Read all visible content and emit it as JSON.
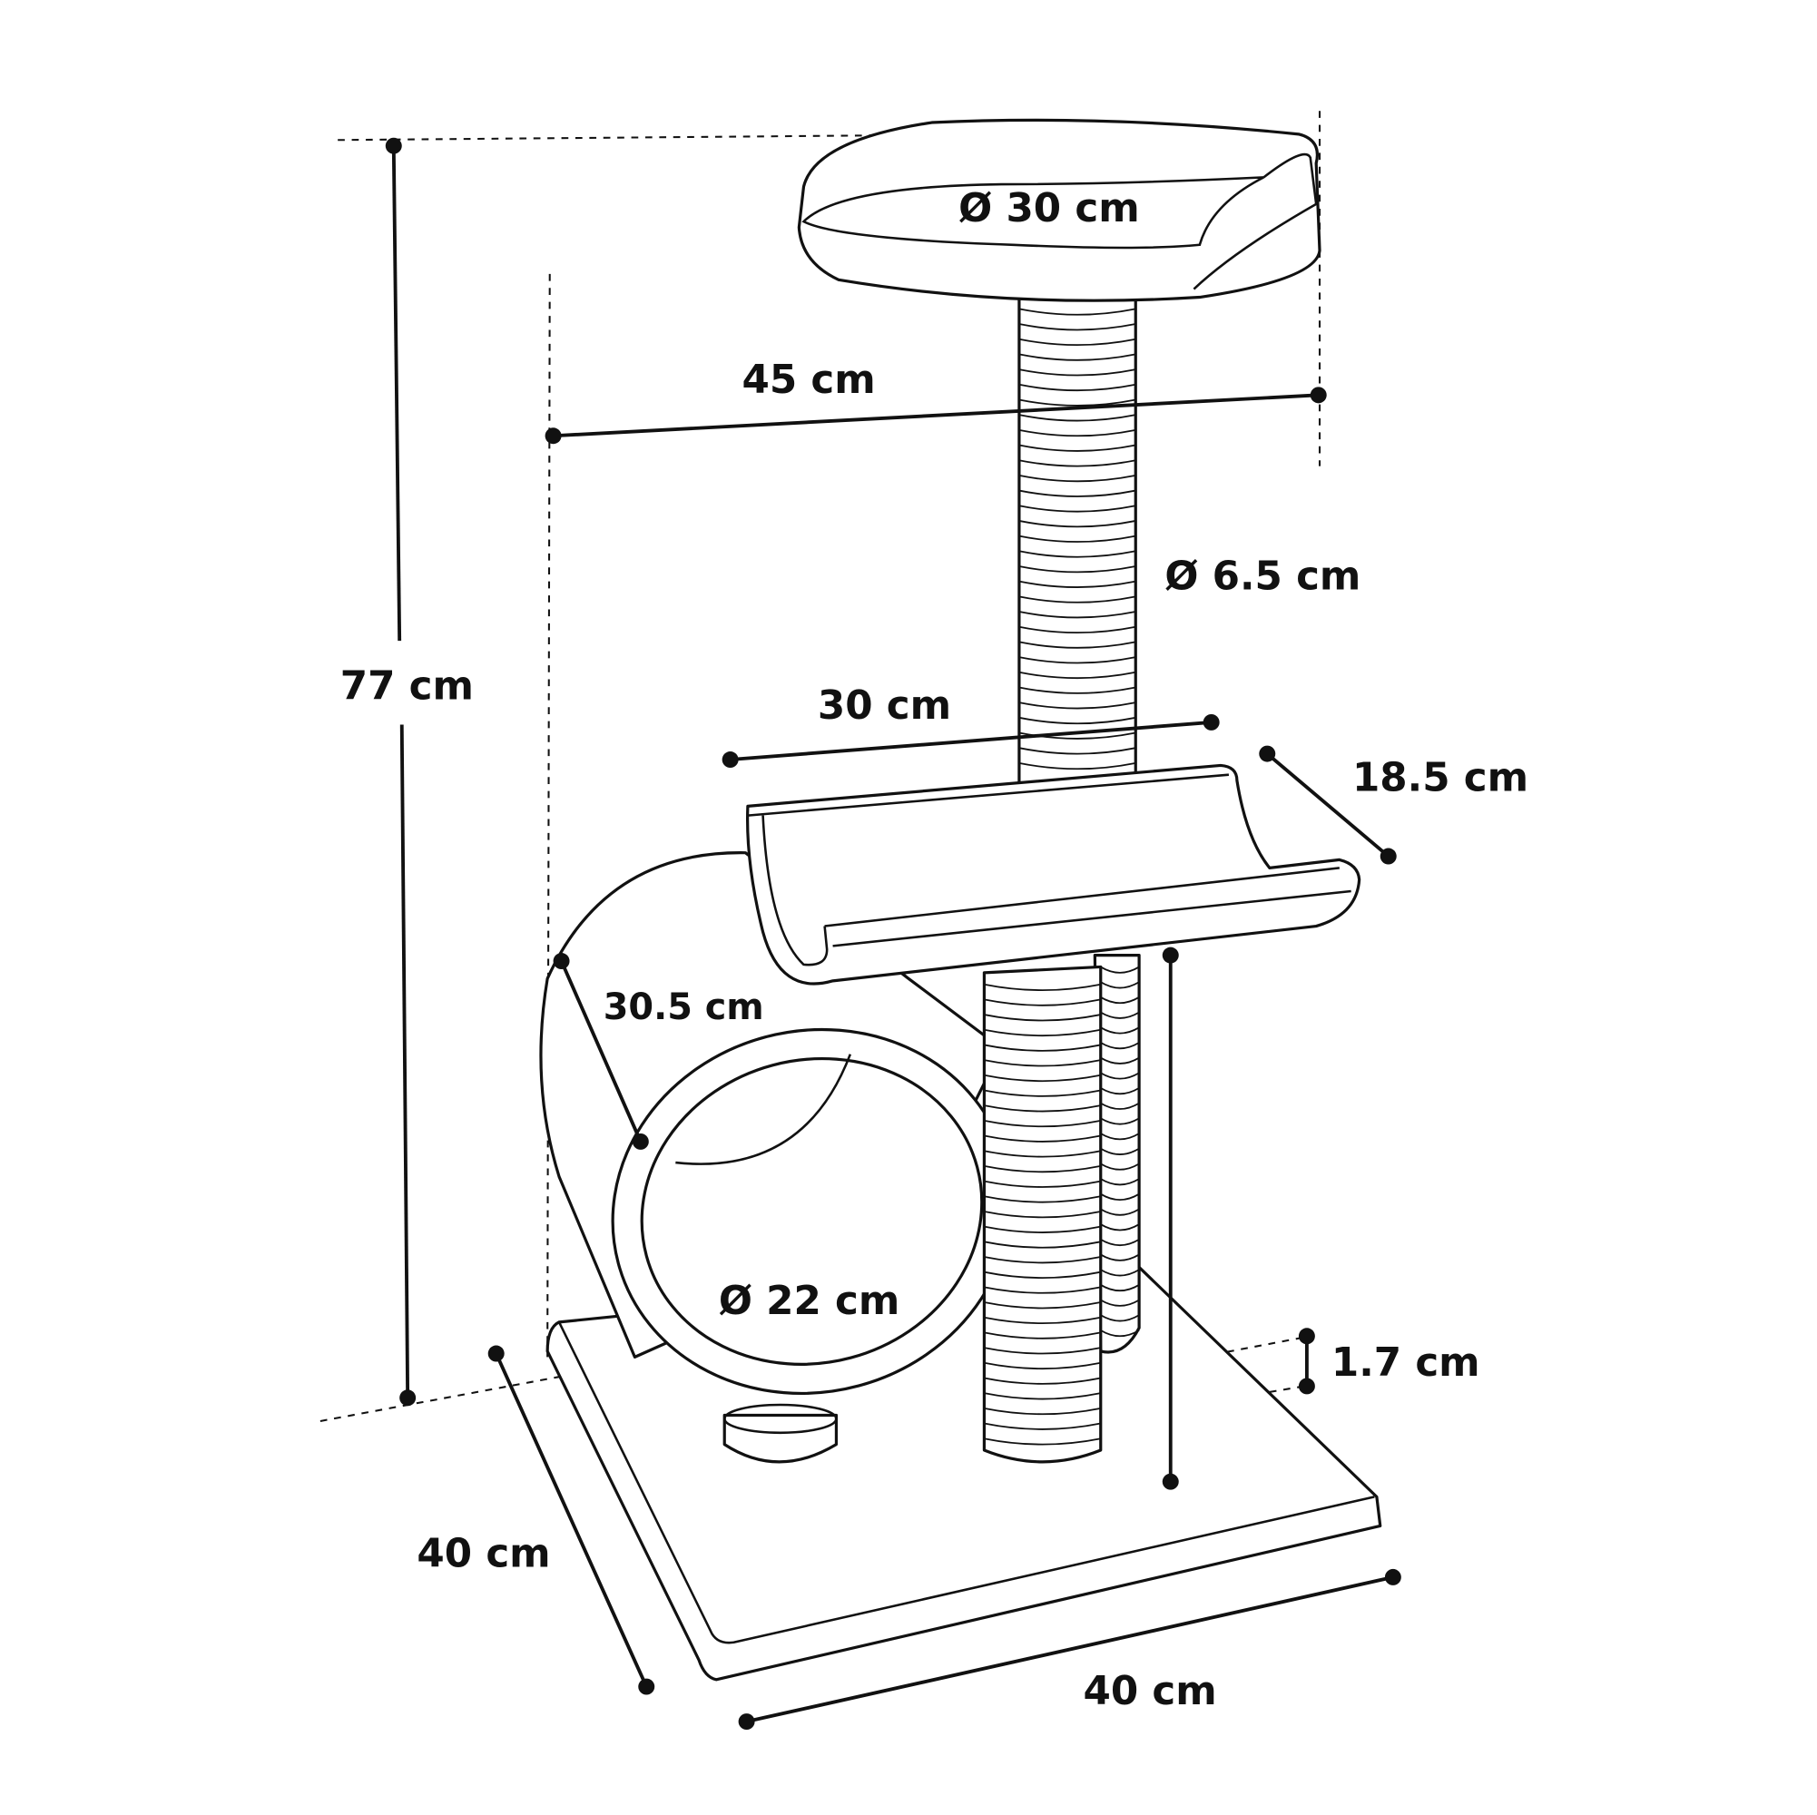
{
  "title": "Cat tree dimensions",
  "dimensions": {
    "top_platform_diameter": "Ø 30 cm",
    "total_width": "45 cm",
    "post_diameter": "Ø 6.5 cm",
    "hammock_length": "30 cm",
    "hammock_depth": "18.5 cm",
    "total_height": "77 cm",
    "tunnel_length": "30.5 cm",
    "tunnel_diameter": "Ø 22 cm",
    "base_thickness": "1.7 cm",
    "base_depth": "40 cm",
    "base_width": "40 cm"
  },
  "colors": {
    "line": "#111111",
    "background": "#ffffff"
  }
}
